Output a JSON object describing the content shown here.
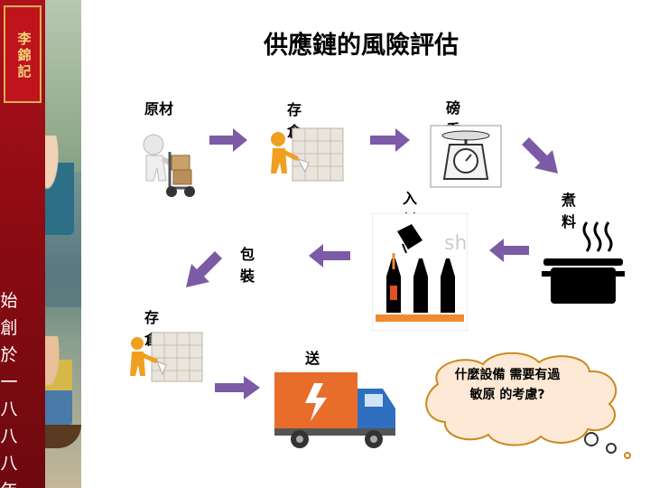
{
  "title": "供應鏈的風險評估",
  "banner": {
    "brand_lines": [
      "李",
      "錦",
      "記"
    ],
    "slogan": [
      "始",
      "創",
      "於",
      "一",
      "八",
      "八",
      "八",
      "年"
    ]
  },
  "labels": {
    "raw_material": "原材料",
    "storage_top": "存倉",
    "weigh": "磅重",
    "cook": "煮料",
    "fill": "入料",
    "pack": "包裝",
    "storage_bottom": "存倉",
    "deliver": "送"
  },
  "thought": "什麼設備 需要有過敏原 的考慮?",
  "colors": {
    "arrow": "#7b5aa6",
    "cloud_fill": "#fde9d5",
    "cloud_stroke": "#c98a1e"
  }
}
